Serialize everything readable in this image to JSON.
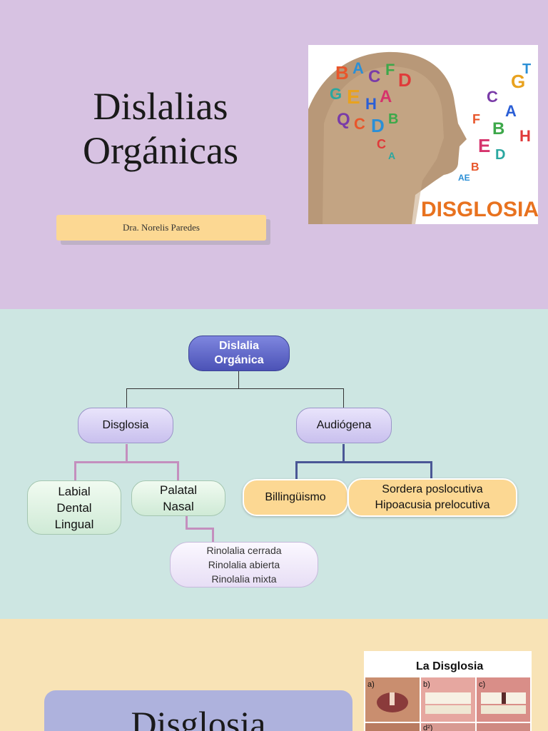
{
  "slide1": {
    "title_line1": "Dislalias",
    "title_line2": "Orgánicas",
    "author": "Dra. Norelis Paredes",
    "image": {
      "caption": "DISGLOSIA"
    }
  },
  "slide2": {
    "root": {
      "line1": "Dislalia",
      "line2": "Orgánica"
    },
    "disglosia": "Disglosia",
    "audiogena": "Audiógena",
    "labial": {
      "line1": "Labial",
      "line2": "Dental",
      "line3": "Lingual"
    },
    "palatal": {
      "line1": "Palatal",
      "line2": "Nasal"
    },
    "rinolalia": {
      "line1": "Rinolalia cerrada",
      "line2": "Rinolalia abierta",
      "line3": "Rinolalia mixta"
    },
    "bilinguismo": "Billingüismo",
    "sordera": {
      "line1": "Sordera poslocutiva",
      "line2": "Hipoacusia prelocutiva"
    }
  },
  "slide3": {
    "title": "Disglosia",
    "photo": {
      "title": "La Disglosia",
      "label_a": "a)",
      "label_b": "b)",
      "label_c": "c)",
      "label_d": "d²)"
    }
  },
  "colors": {
    "slide1_bg": "#d7c2e2",
    "slide2_bg": "#cde6e2",
    "slide3_bg": "#f8e3b6",
    "accent_yellow": "#fcd893",
    "root_blue": "#5a61c6"
  }
}
